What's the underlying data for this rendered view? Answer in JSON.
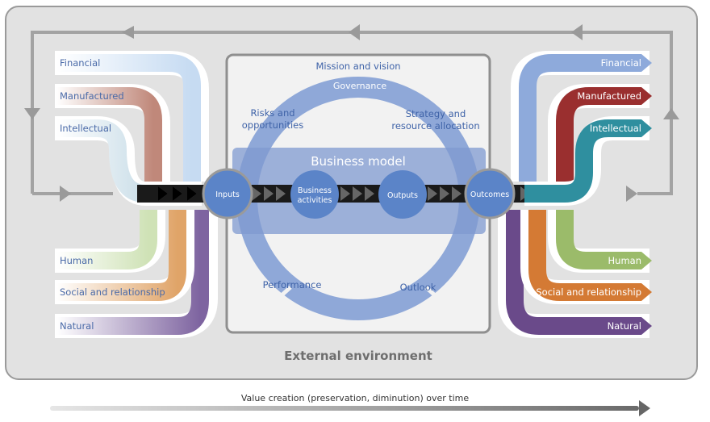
{
  "diagram": {
    "title": "Value creation process",
    "external_environment_label": "External environment",
    "value_creation_label": "Value creation (preservation, diminution) over time",
    "business_model_label": "Business model",
    "capitals_in": [
      {
        "label": "Financial",
        "color": "#c9dcf0"
      },
      {
        "label": "Manufactured",
        "color": "#c48f83"
      },
      {
        "label": "Intellectual",
        "color": "#b8d2df"
      },
      {
        "label": "Human",
        "color": "#cfe0b8"
      },
      {
        "label": "Social and relationship",
        "color": "#e0a76a"
      },
      {
        "label": "Natural",
        "color": "#8a72a8"
      }
    ],
    "capitals_out": [
      {
        "label": "Financial",
        "color": "#8eaadb"
      },
      {
        "label": "Manufactured",
        "color": "#9a2f2f"
      },
      {
        "label": "Intellectual",
        "color": "#2f8f9f"
      },
      {
        "label": "Human",
        "color": "#9bbb6a"
      },
      {
        "label": "Social and relationship",
        "color": "#d47a34"
      },
      {
        "label": "Natural",
        "color": "#6a4a8a"
      }
    ],
    "ring_labels": {
      "top": "Mission and vision",
      "arc": "Governance",
      "upper_left": [
        "Risks and",
        "opportunities"
      ],
      "upper_right": [
        "Strategy and",
        "resource allocation"
      ],
      "lower_left": "Performance",
      "lower_right": "Outlook"
    },
    "nodes": [
      {
        "label": [
          "Inputs"
        ]
      },
      {
        "label": [
          "Business",
          "activities"
        ]
      },
      {
        "label": [
          "Outputs"
        ]
      },
      {
        "label": [
          "Outcomes"
        ]
      }
    ],
    "colors": {
      "frame_bg": "#e2e2e2",
      "frame_border": "#9a9a9a",
      "inner_bg": "#f2f2f2",
      "ring": "#8fa8d8",
      "node": "#5b84c8",
      "business_model_band": "#7f9ad0",
      "flow_band": "#111111"
    }
  }
}
